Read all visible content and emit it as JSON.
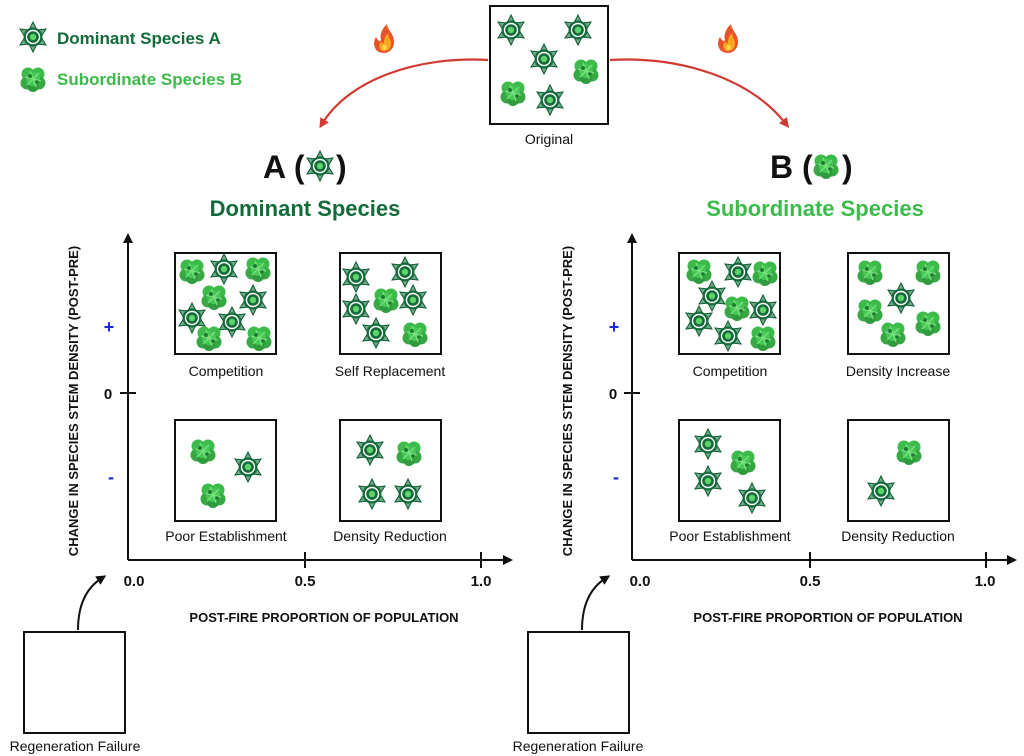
{
  "colors": {
    "dominant": "#136b3a",
    "subordinate": "#3dbb4a",
    "arrow": "#d03a32"
  },
  "legend": {
    "dominant_label": "Dominant Species A",
    "subordinate_label": "Subordinate Species B"
  },
  "original": {
    "caption": "Original",
    "icon": "fire-icon"
  },
  "panels": [
    {
      "letter": "A (",
      "close": ")",
      "subtitle": "Dominant Species",
      "y_axis_label": "CHANGE IN SPECIES  STEM DENSITY (POST-PRE)",
      "x_axis_label": "POST-FIRE PROPORTION OF POPULATION",
      "x_ticks": [
        "0.0",
        "0.5",
        "1.0"
      ],
      "y_ticks": [
        "+",
        "0",
        "-"
      ],
      "quadrants": [
        "Competition",
        "Self Replacement",
        "Poor Establishment",
        "Density Reduction"
      ],
      "failure_caption": "Regeneration Failure"
    },
    {
      "letter": "B (",
      "close": ")",
      "subtitle": "Subordinate Species",
      "y_axis_label": "CHANGE IN SPECIES  STEM DENSITY (POST-PRE)",
      "x_axis_label": "POST-FIRE PROPORTION OF POPULATION",
      "x_ticks": [
        "0.0",
        "0.5",
        "1.0"
      ],
      "y_ticks": [
        "+",
        "0",
        "-"
      ],
      "quadrants": [
        "Competition",
        "Density Increase",
        "Poor Establishment",
        "Density Reduction"
      ],
      "failure_caption": "Regeneration Failure"
    }
  ]
}
